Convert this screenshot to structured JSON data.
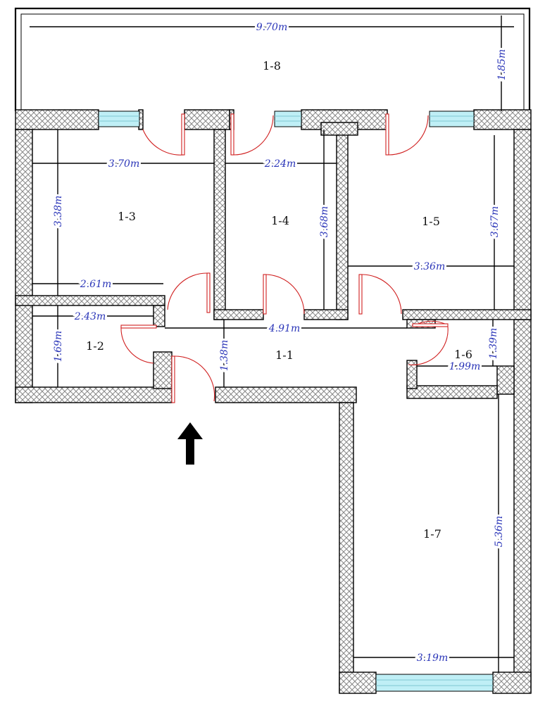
{
  "rooms": {
    "r11": "1-1",
    "r12": "1-2",
    "r13": "1-3",
    "r14": "1-4",
    "r15": "1-5",
    "r16": "1-6",
    "r17": "1-7",
    "r18": "1-8"
  },
  "dimensions": {
    "balcony_width": "9.70m",
    "balcony_depth": "1.85m",
    "r13_width": "3.70m",
    "r13_height": "3.38m",
    "r13_lower_width": "2.61m",
    "r14_width": "2.24m",
    "r14_height": "3.68m",
    "r15_width": "3.36m",
    "r15_height": "3.67m",
    "r12_width": "2.43m",
    "r12_height": "1.69m",
    "hall_width": "4.91m",
    "hall_height": "1.38m",
    "r16_width": "1.99m",
    "r16_height": "1.39m",
    "r17_height": "5.36m",
    "r17_width": "3.19m"
  },
  "colors": {
    "wall_hatch": "#888888",
    "dimension_text": "#2a35b8",
    "door_swing": "#d02020",
    "window_glass": "#bfeff6"
  },
  "icons": {
    "entrance": "entrance-arrow-icon"
  }
}
